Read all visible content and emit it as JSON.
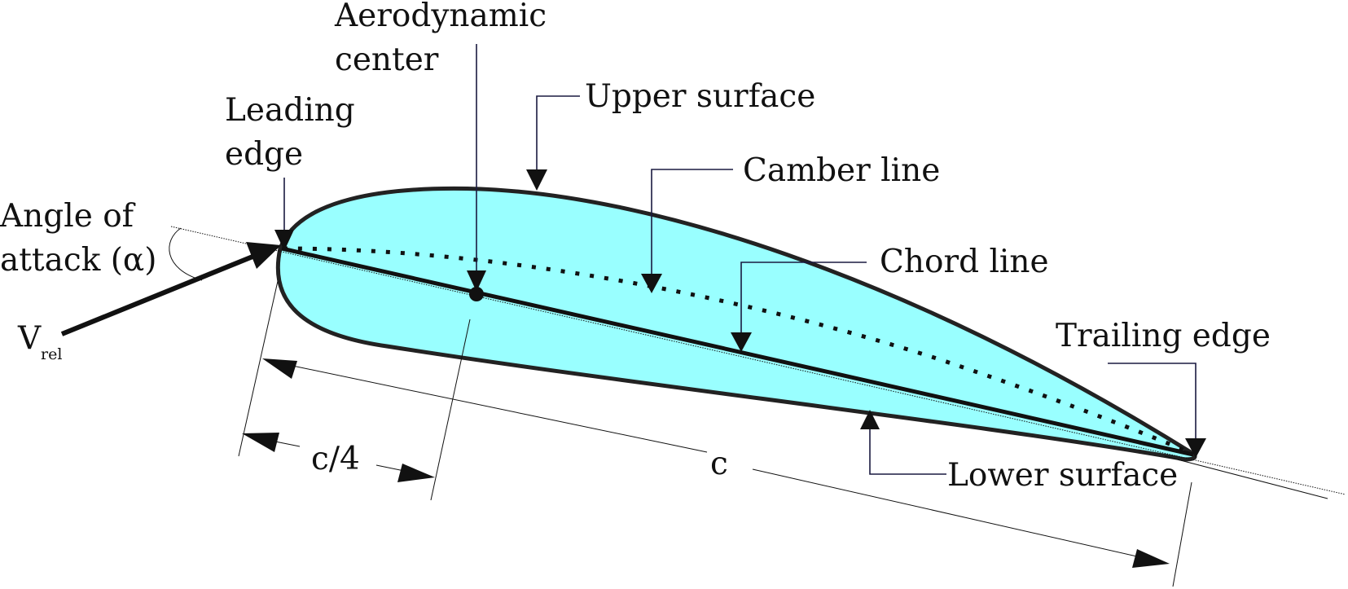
{
  "labels": {
    "aerodynamic_center_1": "Aerodynamic",
    "aerodynamic_center_2": "center",
    "leading_edge_1": "Leading",
    "leading_edge_2": "edge",
    "upper_surface": "Upper surface",
    "camber_line": "Camber line",
    "chord_line": "Chord line",
    "angle_of_attack_1": "Angle of",
    "angle_of_attack_2": "attack (α)",
    "v_main": "V",
    "v_sub": "rel",
    "trailing_edge": "Trailing edge",
    "quarter_chord": "c/4",
    "chord": "c",
    "lower_surface": "Lower surface"
  },
  "colors": {
    "airfoil_fill": "#99ffff",
    "outline": "#222222",
    "leader": "#1a1a40"
  }
}
